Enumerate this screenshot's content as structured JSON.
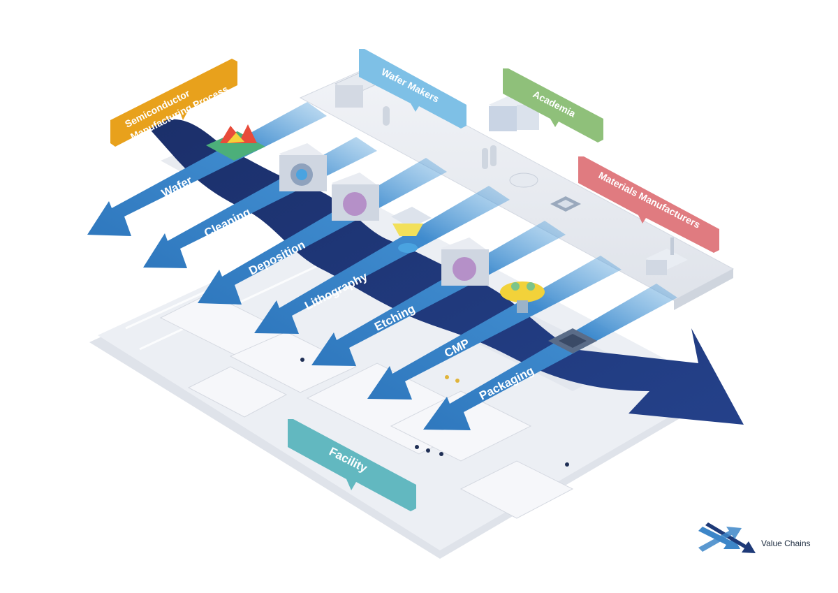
{
  "process_steps": [
    "Wafer",
    "Cleaning",
    "Deposition",
    "Lithography",
    "Etching",
    "CMP",
    "Packaging"
  ],
  "callouts": {
    "semiconductor_line1": "Semiconductor",
    "semiconductor_line2": "Manufacturing Process",
    "wafer_makers": "Wafer Makers",
    "academia": "Academia",
    "materials": "Materials Manufacturers",
    "facility": "Facility"
  },
  "legend": {
    "label": "Value Chains"
  },
  "colors": {
    "main_flow": "#1e3a78",
    "step_arrow": "#3d86c8",
    "semiconductor_callout": "#e8a11c",
    "wafer_makers_callout": "#7ec0e6",
    "academia_callout": "#8fc07a",
    "materials_callout": "#e07b80",
    "facility_callout": "#62b8c0",
    "platform": "#e4e8ef"
  },
  "icons": [
    "wafer-map-icon",
    "cleaning-chamber-icon",
    "deposition-chamber-icon",
    "lithography-scanner-icon",
    "etching-chamber-icon",
    "cmp-polisher-icon",
    "chip-package-icon",
    "gas-cylinder-icon",
    "factory-icon",
    "university-icon",
    "worker-icon"
  ]
}
